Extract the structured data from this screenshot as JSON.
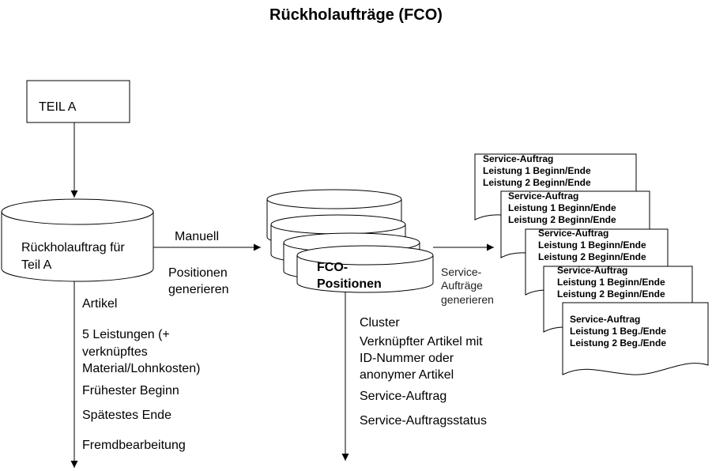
{
  "title": "Rückholaufträge (FCO)",
  "teil_a": "TEIL A",
  "return_order": {
    "line1": "Rückholauftrag für",
    "line2": "Teil A"
  },
  "manual": "Manuell",
  "generate_positions": {
    "line1": "Positionen",
    "line2": "generieren"
  },
  "fco_positions": {
    "line1": "FCO-",
    "line2": "Positionen"
  },
  "service_orders_generate": {
    "line1": "Service-",
    "line2": "Aufträge",
    "line3": "generieren"
  },
  "left_list": [
    "Artikel",
    "5 Leistungen (+",
    "verknüpftes",
    "Material/Lohnkosten)",
    "Frühester Beginn",
    "Spätestes Ende",
    "Fremdbearbeitung"
  ],
  "middle_list": [
    "Cluster",
    "Verknüpfter Artikel mit",
    "ID-Nummer oder",
    "anonymer Artikel",
    "Service-Auftrag",
    "Service-Auftragsstatus"
  ],
  "service_docs": [
    [
      "Service-Auftrag",
      "Leistung 1 Beginn/Ende",
      "Leistung 2 Beginn/Ende"
    ],
    [
      "Service-Auftrag",
      "Leistung 1 Beginn/Ende",
      "Leistung 2 Beginn/Ende"
    ],
    [
      "Service-Auftrag",
      "Leistung 1 Beginn/Ende",
      "Leistung 2 Beginn/Ende"
    ],
    [
      "Service-Auftrag",
      "Leistung 1 Beginn/Ende",
      "Leistung 2 Beginn/Ende"
    ],
    [
      "Service-Auftrag",
      "Leistung 1 Beg./Ende",
      "Leistung 2 Beg./Ende"
    ]
  ]
}
